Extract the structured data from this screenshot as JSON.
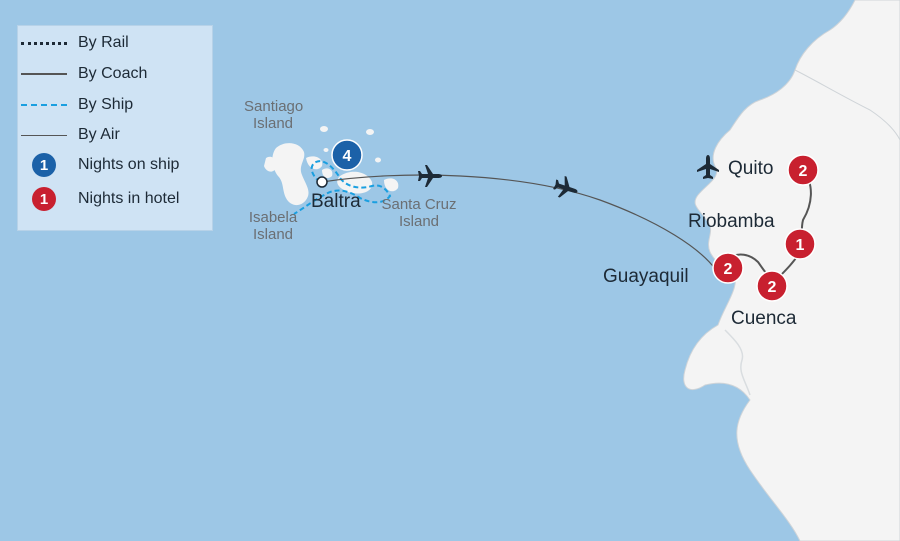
{
  "colors": {
    "sea": "#9dc7e6",
    "land": "#f4f4f4",
    "ship_route": "#1a9fe0",
    "ship_badge": "#1b61a8",
    "hotel_badge": "#c8202f",
    "route_line": "#555555"
  },
  "legend": {
    "rail": "By Rail",
    "coach": "By Coach",
    "ship": "By Ship",
    "air": "By Air",
    "nights_ship_num": "1",
    "nights_ship": "Nights on ship",
    "nights_hotel_num": "1",
    "nights_hotel": "Nights in hotel"
  },
  "islands": {
    "santiago_line1": "Santiago",
    "santiago_line2": "Island",
    "isabela_line1": "Isabela",
    "isabela_line2": "Island",
    "santa_cruz_line1": "Santa Cruz",
    "santa_cruz_line2": "Island"
  },
  "places": {
    "baltra": "Baltra",
    "quito": "Quito",
    "riobamba": "Riobamba",
    "guayaquil": "Guayaquil",
    "cuenca": "Cuenca"
  },
  "stops": {
    "ship_nights": "4",
    "quito_nights": "2",
    "riobamba_nights": "1",
    "guayaquil_nights": "2",
    "cuenca_nights": "2"
  },
  "icons": [
    "plane-icon",
    "airport-icon",
    "rail-line-icon",
    "coach-line-icon",
    "ship-line-icon",
    "air-line-icon"
  ]
}
